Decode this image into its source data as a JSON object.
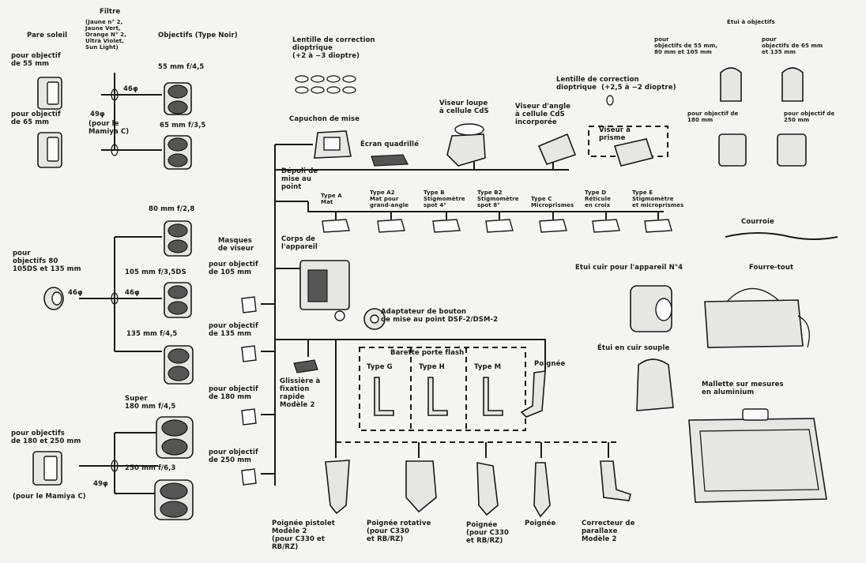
{
  "labels": {
    "filtre": "Filtre",
    "filtre_list": "(Jaune n° 2,\nJaune Vert,\nOrange N° 2,\nUltra Violet,\nSun Light)",
    "pare_soleil": "Pare soleil",
    "objectifs_noir": "Objectifs (Type Noir)",
    "pour_55": "pour objectif\nde 55 mm",
    "pour_65": "pour objectif\nde 65 mm",
    "d46_top": "46φ",
    "d49_top": "49φ",
    "pour_mamiya_top": "(pour le\nMamiya C)",
    "lens_55": "55 mm f/4,5",
    "lens_65": "65 mm f/3,5",
    "lentille_top": "Lentille de correction\ndioptrique\n(+2 à −3 dioptre)",
    "capuchon": "Capuchon de mise",
    "ecran": "Écran quadrillé",
    "loupe": "Viseur loupe\nà cellule CdS",
    "angle": "Viseur d'angle\nà cellule CdS\nincorporée",
    "lentille_right": "Lentille de correction\ndioptrique  (+2,5 à −2 dioptre)",
    "prisme": "Viseur à\nprisme",
    "depoli": "Dépoli de\nmise au\npoint",
    "type_a": "Type A\nMat",
    "type_a2": "Type A2\nMat pour\ngrand-angle",
    "type_b": "Type B\nStigmomètre\nspot 4°",
    "type_b2": "Type B2\nStigmomètre\nspot 8°",
    "type_c": "Type C\nMicroprismes",
    "type_d": "Type D\nRéticule\nen croix",
    "type_e": "Type E\nStigmomètre\net microprismes",
    "etui_objectifs": "Étui à objectifs",
    "etui_55": "pour\nobjectifs de 55 mm,\n80 mm et 105 mm",
    "etui_65": "pour\nobjectifs de 65 mm\net 135 mm",
    "etui_180": "pour objectif de\n180 mm",
    "etui_250": "pour objectif de\n250 mm",
    "lens_80": "80 mm f/2,8",
    "pour_80": "pour\nobjectifs 80\n105DS et 135 mm",
    "d46_mid": "46φ",
    "lens_105": "105 mm f/3,5DS",
    "d46_mid2": "46φ",
    "lens_135": "135 mm f/4,5",
    "masques": "Masques\nde viseur",
    "m105": "pour objectif\nde 105 mm",
    "m135": "pour objectif\nde 135 mm",
    "m180": "pour objectif\nde 180 mm",
    "m250": "pour objectif\nde 250 mm",
    "corps": "Corps de\nl'appareil",
    "adaptateur": "Adaptateur de bouton\nde mise au point DSF-2/DSM-2",
    "courroie": "Courroie",
    "etui_cuir": "Etui cuir pour l'appareil N°4",
    "fourre_tout": "Fourre-tout",
    "etui_souple": "Étui en cuir souple",
    "mallette": "Mallette sur mesures\nen aluminium",
    "barette": "Barette porte flash",
    "type_g": "Type G",
    "type_h": "Type H",
    "type_m": "Type M",
    "poignee_top": "Poignée",
    "glissiere": "Glissière à\nfixation\nrapide\nModèle 2",
    "super": "Super\n180 mm f/4,5",
    "pour_180": "pour objectifs\nde 180 et 250 mm",
    "lens_250": "250 mm f/6,3",
    "d49_bot": "49φ",
    "pour_mamiya_bot": "(pour le Mamiya C)",
    "pistolet": "Poignée pistolet\nModèle 2\n(pour C330 et\nRB/RZ)",
    "rotative": "Poignée rotative\n(pour C330\net RB/RZ)",
    "poignee_c330": "Poignée\n(pour C330\net RB/RZ)",
    "poignee_bot": "Poignée",
    "correcteur": "Correcteur de\nparallaxe\nModèle 2"
  },
  "colors": {
    "ink": "#1a1a1a",
    "paper": "#f4f4f2"
  }
}
